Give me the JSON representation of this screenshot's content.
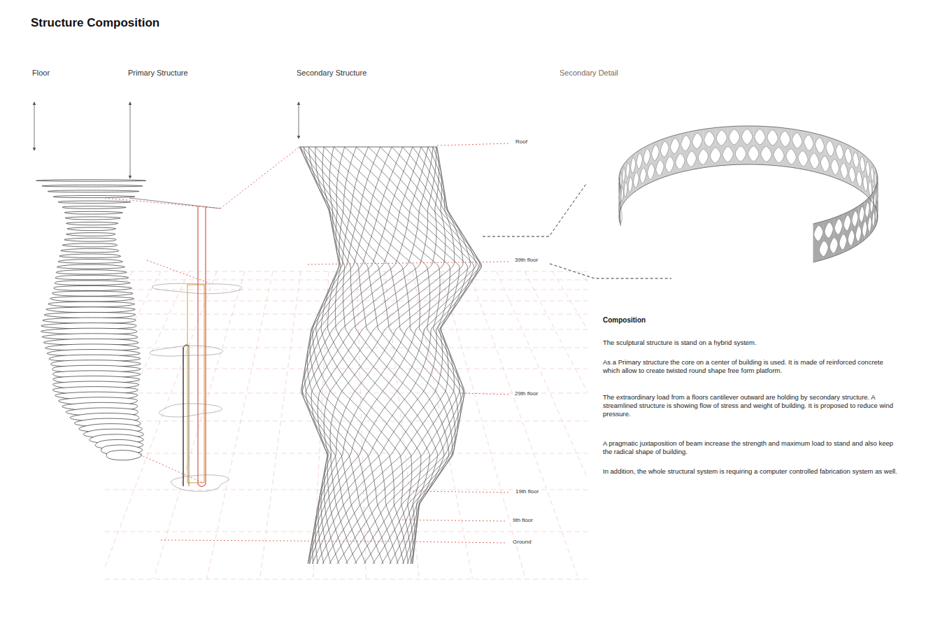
{
  "diagram": {
    "title": "Structure Composition",
    "labels": [
      "Floor",
      "Primary Structure",
      "Secondary Structure",
      "Secondary Detail",
      "Roof",
      "39th floor",
      "29th floor",
      "19th floor",
      "9th floor",
      "Ground",
      "Composition",
      "The sculptural structure is stand on a hybrid system.",
      "As a Primary structure the core on a center of building is used. It is made of reinforced concrete which allow to create twisted round shape free form platform.",
      "The extraordinary load from a floors cantilever outward are holding by secondary structure. A streamlined structure is showing flow of stress and weight of building. It is proposed to reduce wind pressure.",
      "A pragmatic juxtaposition of beam increase the strength and maximum load to stand and also keep the radical shape of building.",
      "In addition, the whole structural system is requiring a computer controlled fabrication system as well."
    ]
  }
}
